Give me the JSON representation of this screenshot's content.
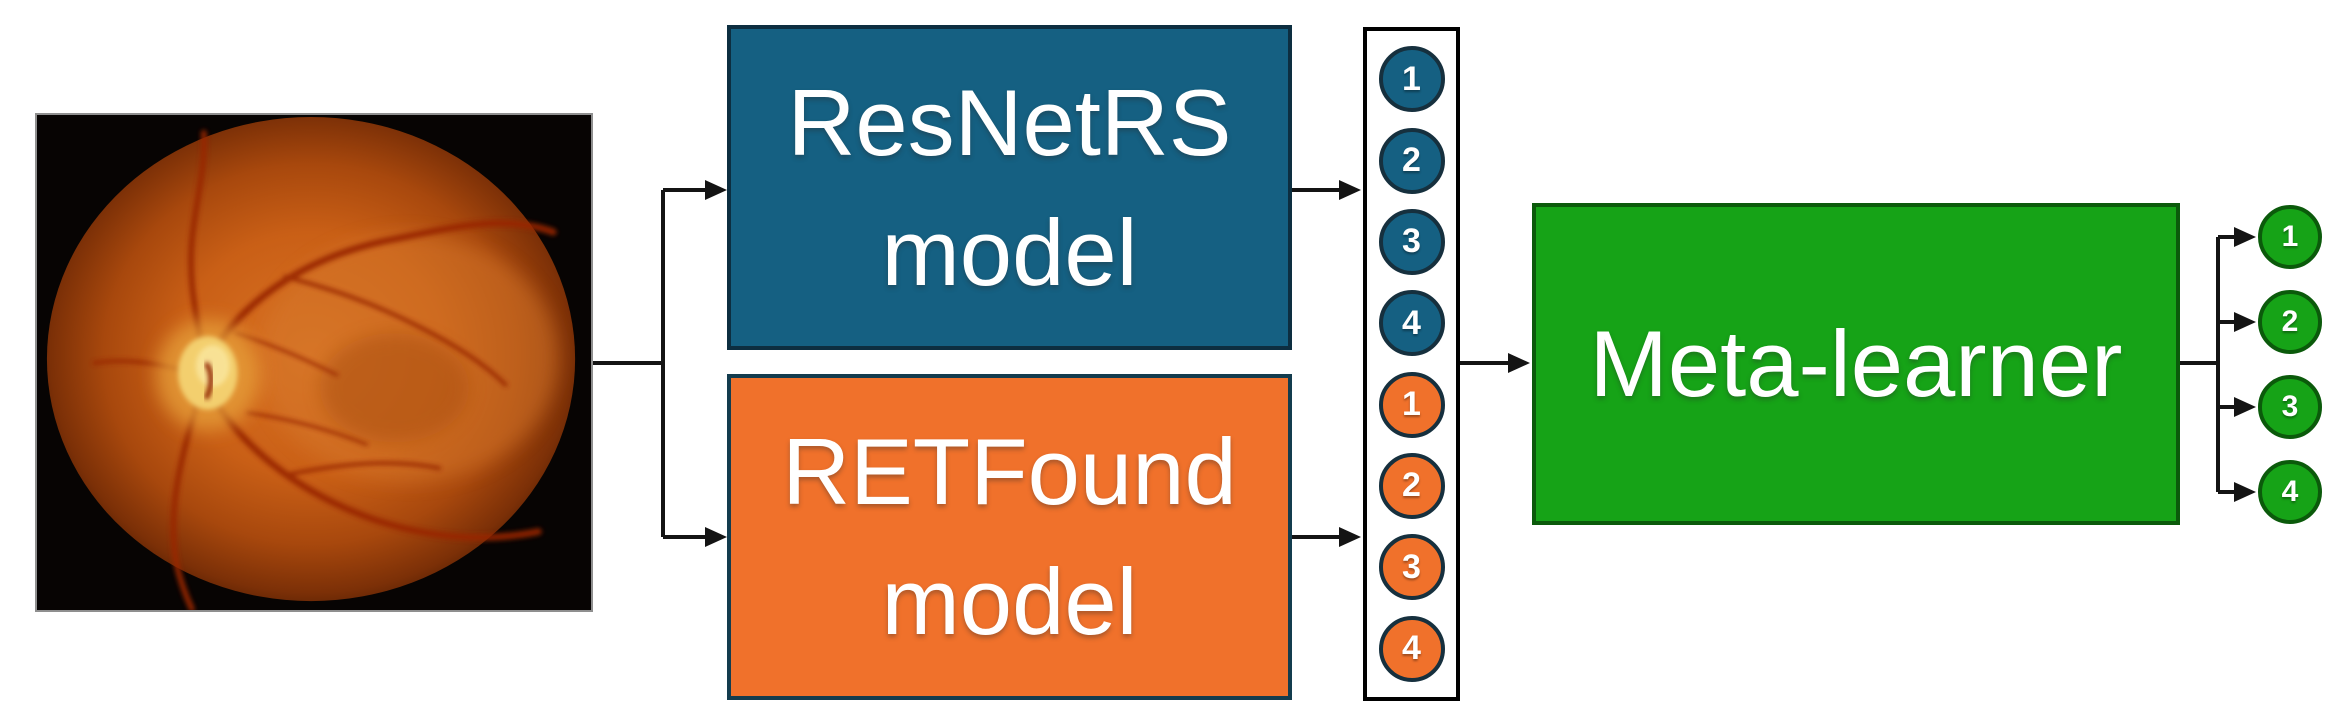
{
  "input": {
    "image_name": "retinal-fundus-photograph"
  },
  "models": [
    {
      "id": "resnetrs",
      "label_line1": "ResNetRS",
      "label_line2": "model",
      "fill": "#156082"
    },
    {
      "id": "retfound",
      "label_line1": "RETFound",
      "label_line2": "model",
      "fill": "#F0712B"
    }
  ],
  "stack": {
    "items": [
      {
        "label": "1",
        "group": "resnetrs"
      },
      {
        "label": "2",
        "group": "resnetrs"
      },
      {
        "label": "3",
        "group": "resnetrs"
      },
      {
        "label": "4",
        "group": "resnetrs"
      },
      {
        "label": "1",
        "group": "retfound"
      },
      {
        "label": "2",
        "group": "retfound"
      },
      {
        "label": "3",
        "group": "retfound"
      },
      {
        "label": "4",
        "group": "retfound"
      }
    ]
  },
  "meta_learner": {
    "label": "Meta-learner",
    "fill": "#16A317"
  },
  "outputs": {
    "items": [
      {
        "label": "1"
      },
      {
        "label": "2"
      },
      {
        "label": "3"
      },
      {
        "label": "4"
      }
    ]
  },
  "colors": {
    "resnetrs_blue": "#156082",
    "retfound_orange": "#F0712B",
    "meta_green": "#16A317",
    "wire_black": "#141414"
  }
}
